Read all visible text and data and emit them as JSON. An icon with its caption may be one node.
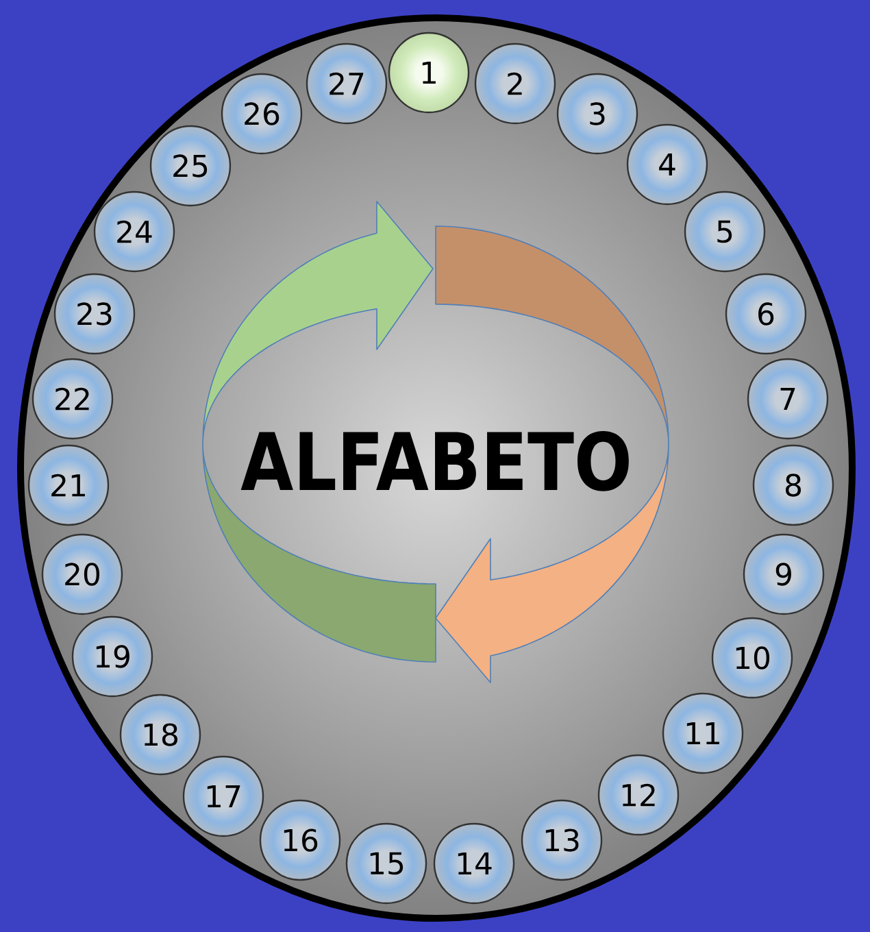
{
  "diagram": {
    "nodes": [
      {
        "text": [
          "ALFABETO"
        ]
      },
      {
        "text": [
          "1"
        ],
        "in": 0
      },
      {
        "text": [
          "2"
        ],
        "in": 0
      },
      {
        "text": [
          "3"
        ],
        "in": 0
      },
      {
        "text": [
          "4"
        ],
        "in": 0
      },
      {
        "text": [
          "5"
        ],
        "in": 0
      },
      {
        "text": [
          "6"
        ],
        "in": 0
      },
      {
        "text": [
          "7"
        ],
        "in": 0
      },
      {
        "text": [
          "8"
        ],
        "in": 0
      },
      {
        "text": [
          "9"
        ],
        "in": 0
      },
      {
        "text": [
          "10"
        ],
        "in": 0
      },
      {
        "text": [
          "11"
        ],
        "in": 0
      },
      {
        "text": [
          "12"
        ],
        "in": 0
      },
      {
        "text": [
          "13"
        ],
        "in": 0
      },
      {
        "text": [
          "14"
        ],
        "in": 0
      },
      {
        "text": [
          "15"
        ],
        "in": 0
      },
      {
        "text": [
          "16"
        ],
        "in": 0
      },
      {
        "text": [
          "17"
        ],
        "in": 0
      },
      {
        "text": [
          "18"
        ],
        "in": 0
      },
      {
        "text": [
          "19"
        ],
        "in": 0
      },
      {
        "text": [
          "20"
        ],
        "in": 0
      },
      {
        "text": [
          "21"
        ],
        "in": 0
      },
      {
        "text": [
          "22"
        ],
        "in": 0
      },
      {
        "text": [
          "23"
        ],
        "in": 0
      },
      {
        "text": [
          "24"
        ],
        "in": 0
      },
      {
        "text": [
          "25"
        ],
        "in": 0
      },
      {
        "text": [
          "26"
        ],
        "in": 0
      },
      {
        "text": [
          "27"
        ],
        "in": 0
      }
    ]
  }
}
